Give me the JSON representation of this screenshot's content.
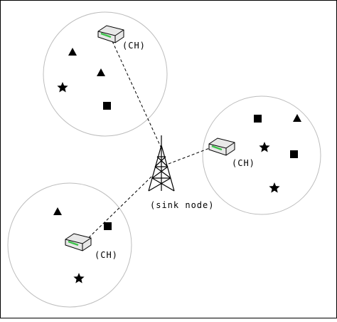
{
  "diagram": {
    "sink_label": "(sink node)",
    "clusters": [
      {
        "id": "top-left",
        "ch_label": "(CH)",
        "nodes": [
          "triangle",
          "triangle",
          "star",
          "square"
        ]
      },
      {
        "id": "right",
        "ch_label": "(CH)",
        "nodes": [
          "square",
          "triangle",
          "star",
          "square",
          "star"
        ]
      },
      {
        "id": "bottom-left",
        "ch_label": "(CH)",
        "nodes": [
          "triangle",
          "square",
          "star"
        ]
      }
    ],
    "colors": {
      "line": "#000000",
      "cluster_border": "#bdbdbd",
      "device_body": "#e8e8e8",
      "device_led": "#3cc24a"
    },
    "icons": {
      "sink": "radio-tower-icon",
      "cluster_head": "router-icon",
      "shapes": [
        "triangle-icon",
        "square-icon",
        "star-icon"
      ]
    }
  }
}
